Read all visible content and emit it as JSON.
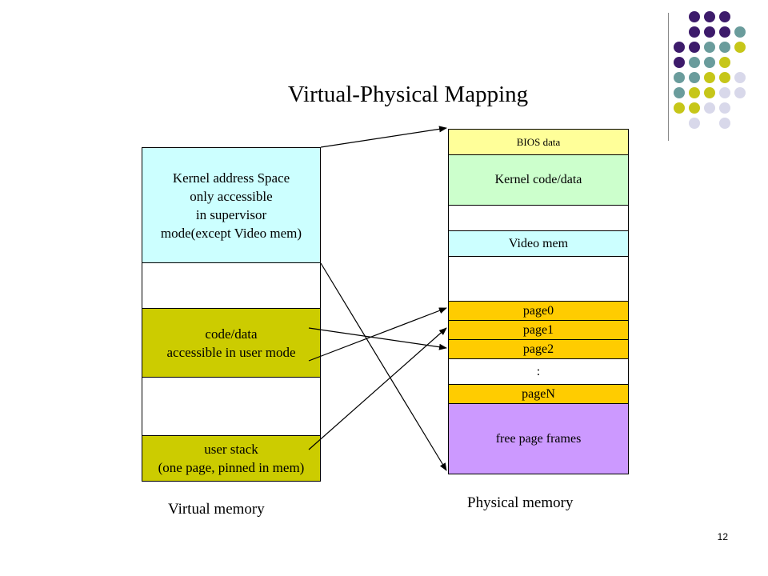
{
  "title": "Virtual-Physical  Mapping",
  "virtual_memory": {
    "kernel_lines": [
      "Kernel address Space",
      "only accessible",
      "in supervisor",
      "mode(except Video mem)"
    ],
    "code_lines": [
      "code/data",
      "accessible in user mode"
    ],
    "stack_lines": [
      "user stack",
      "(one page, pinned in mem)"
    ],
    "caption": "Virtual memory",
    "colors": {
      "kernel": "#ccffff",
      "code": "#cccc00",
      "stack": "#cccc00",
      "empty": "#ffffff"
    }
  },
  "physical_memory": {
    "bios": "BIOS data",
    "kernel": "Kernel code/data",
    "video": "Video mem",
    "page0": "page0",
    "page1": "page1",
    "page2": "page2",
    "dots": ":",
    "pageN": "pageN",
    "free": "free page frames",
    "caption": "Physical memory",
    "colors": {
      "bios": "#ffff99",
      "kernel": "#ccffcc",
      "video": "#ccffff",
      "page": "#ffcc00",
      "free": "#cc99ff",
      "empty": "#ffffff"
    }
  },
  "page_number": "12",
  "decor_colors": {
    "purple": "#3d1b6b",
    "teal": "#6a9c9c",
    "olive": "#c6c619",
    "lavender": "#d8d8ea"
  }
}
